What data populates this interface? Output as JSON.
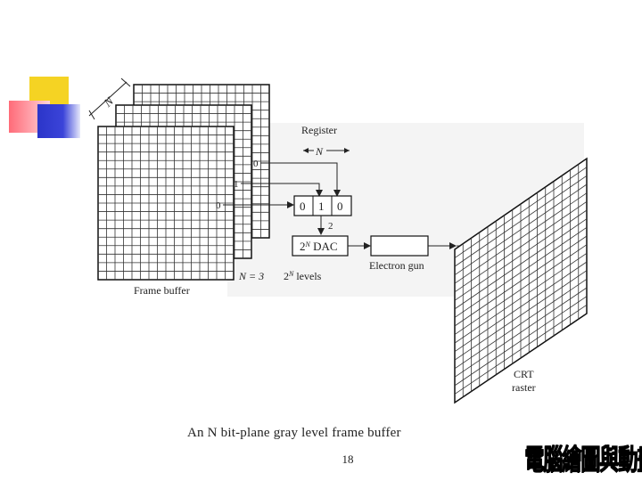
{
  "diagram": {
    "plane_depth_label": "N",
    "register_title": "Register",
    "register_width_label": "N",
    "plane_bits": [
      "0",
      "1",
      "0"
    ],
    "register_cells": [
      "0",
      "1",
      "0"
    ],
    "bus_width_label": "2",
    "dac_label": "2^N DAC",
    "electron_gun_label": "Electron gun",
    "n_equals_label": "N = 3",
    "levels_label": "2^N levels",
    "frame_buffer_label": "Frame buffer",
    "crt_label_line1": "CRT",
    "crt_label_line2": "raster"
  },
  "caption": "An N bit-plane gray level frame buffer",
  "page_number": "18",
  "logo_text": "電腦繪圖與動畫",
  "colors": {
    "deco_yellow": "#f5d323",
    "deco_red": "#ff6b78",
    "deco_blue": "#2b35c9"
  }
}
